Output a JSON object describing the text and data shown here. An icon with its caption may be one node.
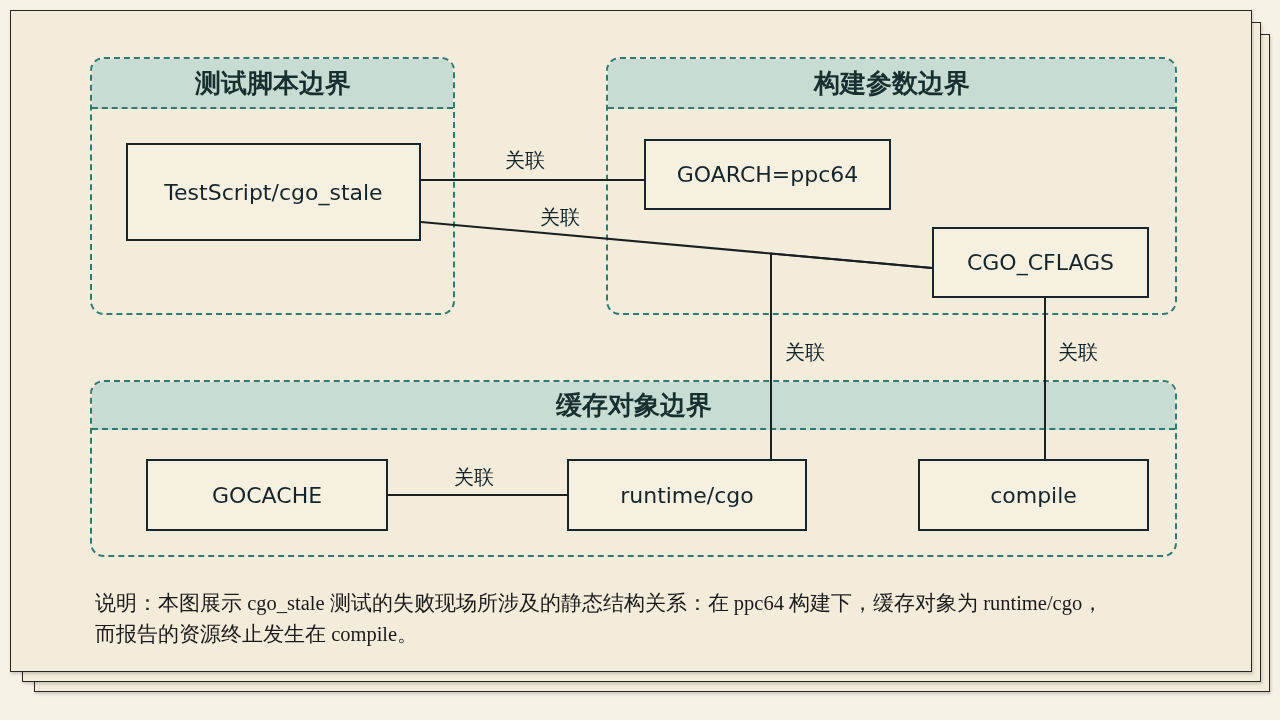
{
  "diagram": {
    "caption": "说明：本图展示 cgo_stale 测试的失败现场所涉及的静态结构关系：在 ppc64 构建下，缓存对象为 runtime/cgo，而报告的资源终止发生在 compile。",
    "nodes": [
      {
        "text": [
          "测试脚本边界"
        ]
      },
      {
        "text": [
          "TestScript/cgo_stale"
        ],
        "in": 0
      },
      {
        "text": [
          "构建参数边界"
        ]
      },
      {
        "text": [
          "GOARCH=ppc64"
        ],
        "in": 2
      },
      {
        "text": [
          "CGO_CFLAGS"
        ],
        "in": 2
      },
      {
        "text": [
          "缓存对象边界"
        ]
      },
      {
        "text": [
          "GOCACHE"
        ],
        "in": 5
      },
      {
        "text": [
          "runtime/cgo"
        ],
        "in": 5
      },
      {
        "text": [
          "compile"
        ],
        "in": 5
      }
    ],
    "edges": [
      {
        "from": 1,
        "to": 3,
        "arrow": "none",
        "label": "关联"
      },
      {
        "from": 1,
        "to": 4,
        "arrow": "none",
        "label": "关联"
      },
      {
        "from": 7,
        "to": 4,
        "arrow": "none",
        "label": "关联"
      },
      {
        "from": 4,
        "to": 8,
        "arrow": "none",
        "label": "关联"
      },
      {
        "from": 6,
        "to": 7,
        "arrow": "none",
        "label": "关联"
      }
    ]
  }
}
